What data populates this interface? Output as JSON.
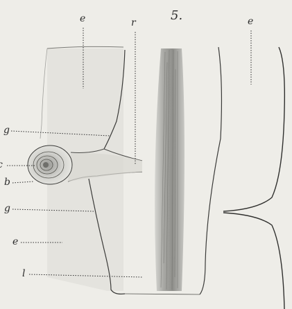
{
  "figure": {
    "number": "5.",
    "labels": {
      "e_top_left": "e",
      "r": "r",
      "e_top_right": "e",
      "g_upper": "g",
      "edge_left_cut": "c",
      "b": "b",
      "g_lower": "g",
      "e_lower_left": "e",
      "l": "l"
    }
  },
  "colors": {
    "paper": "#eeede8",
    "ink": "#2c2c2c",
    "shading": "#8f8f8f"
  }
}
